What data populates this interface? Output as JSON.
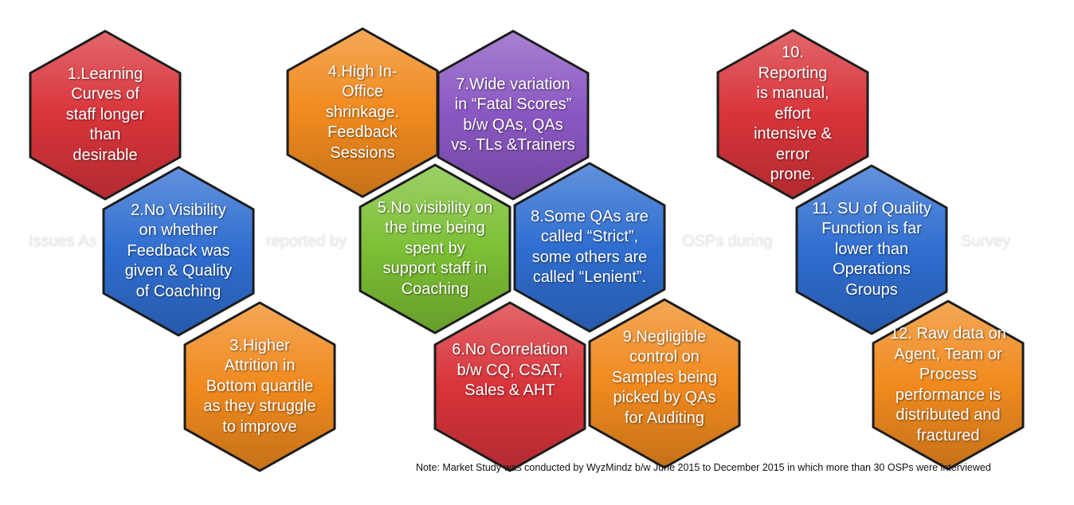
{
  "background_banner": [
    "Issues As",
    "reported by",
    "OSPs during",
    "Survey"
  ],
  "issues": [
    {
      "text": "1.Learning\nCurves of\nstaff longer\nthan\ndesirable",
      "color": "#d8343a"
    },
    {
      "text": "2.No Visibility\non whether\nFeedback was\ngiven & Quality\nof Coaching",
      "color": "#2f6ed0"
    },
    {
      "text": "3.Higher\nAttrition in\nBottom quartile\nas they struggle\nto improve",
      "color": "#f08a1e"
    },
    {
      "text": "4.High In-\nOffice\nshrinkage.\nFeedback\nSessions",
      "color": "#f08a1e"
    },
    {
      "text": "5.No visibility on\nthe time being\nspent by\nsupport staff in\nCoaching",
      "color": "#7cc035"
    },
    {
      "text": "6.No Correlation\nb/w CQ, CSAT,\nSales & AHT",
      "color": "#d8343a"
    },
    {
      "text": "7.Wide variation\nin “Fatal Scores”\nb/w QAs, QAs\nvs. TLs &Trainers",
      "color": "#8a57c2"
    },
    {
      "text": "8.Some QAs are\ncalled “Strict”,\nsome others are\ncalled “Lenient”.",
      "color": "#2f6ed0"
    },
    {
      "text": "9.Negligible\ncontrol on\nSamples being\npicked by QAs\nfor Auditing",
      "color": "#f08a1e"
    },
    {
      "text": "10.\nReporting\nis manual,\neffort\nintensive &\nerror\nprone.",
      "color": "#d8343a"
    },
    {
      "text": "11. SU of Quality\nFunction is far\nlower than\nOperations\nGroups",
      "color": "#2f6ed0"
    },
    {
      "text": "12. Raw data on\nAgent, Team or\nProcess\nperformance is\ndistributed and\nfractured",
      "color": "#f08a1e"
    }
  ],
  "note": "Note: Market Study was conducted by WyzMindz b/w June 2015 to December 2015 in which more than 30 OSPs were interviewed"
}
